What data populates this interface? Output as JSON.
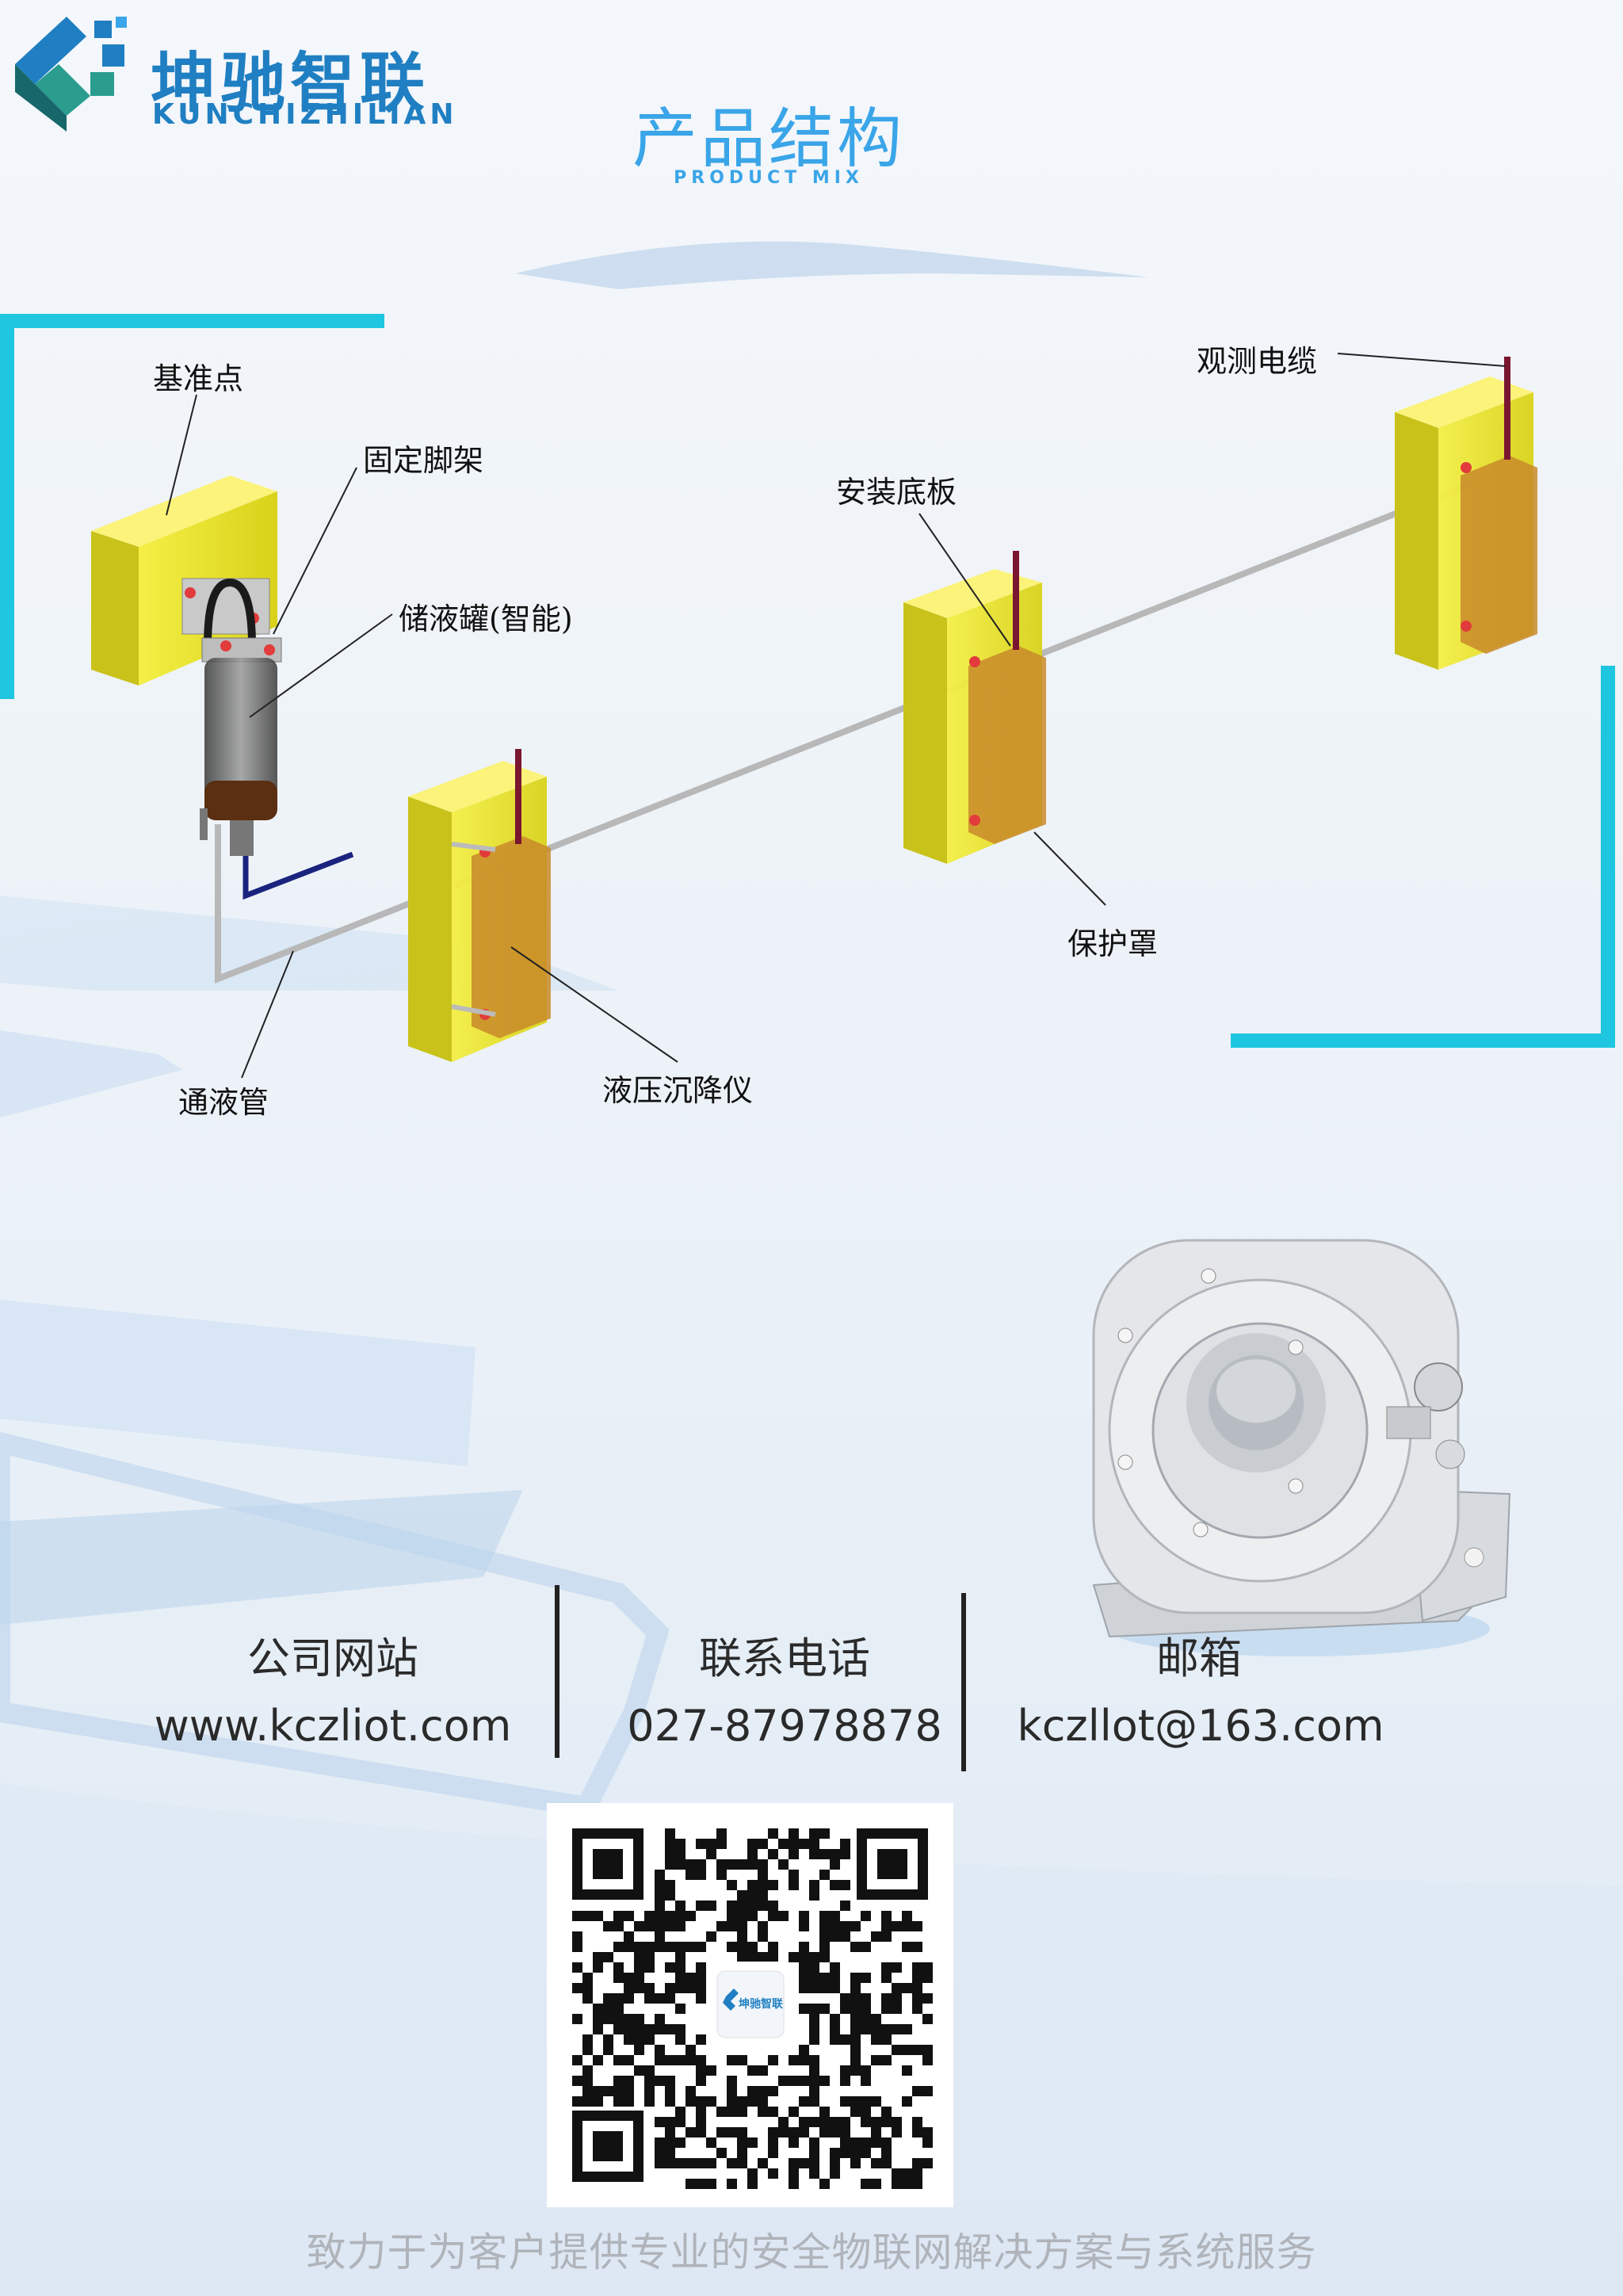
{
  "brand": {
    "name_cn": "坤驰智联",
    "name_en": "KUNCHIZHILIAN"
  },
  "header": {
    "title": "产品结构",
    "subtitle": "PRODUCT MIX"
  },
  "diagram": {
    "labels": {
      "datum_point": "基准点",
      "fixed_bracket": "固定脚架",
      "tank": "储液罐(智能)",
      "pipe": "通液管",
      "settlement_gauge": "液压沉降仪",
      "mount_plate": "安装底板",
      "cover": "保护罩",
      "cable": "观测电缆"
    }
  },
  "contact": {
    "website": {
      "label": "公司网站",
      "value": "www.kczliot.com"
    },
    "phone": {
      "label": "联系电话",
      "value": "027-87978878"
    },
    "email": {
      "label": "邮箱",
      "value": "kczllot@163.com"
    }
  },
  "qr": {
    "center_logo": "坤驰智联"
  },
  "footer": {
    "slogan": "致力于为客户提供专业的安全物联网解决方案与系统服务"
  },
  "colors": {
    "accent": "#1ec6e0",
    "brand_blue": "#1f7fc2",
    "title_blue": "#3aa5e8",
    "block_yellow": "#efe84a",
    "gauge_orange": "#c98a2a"
  }
}
